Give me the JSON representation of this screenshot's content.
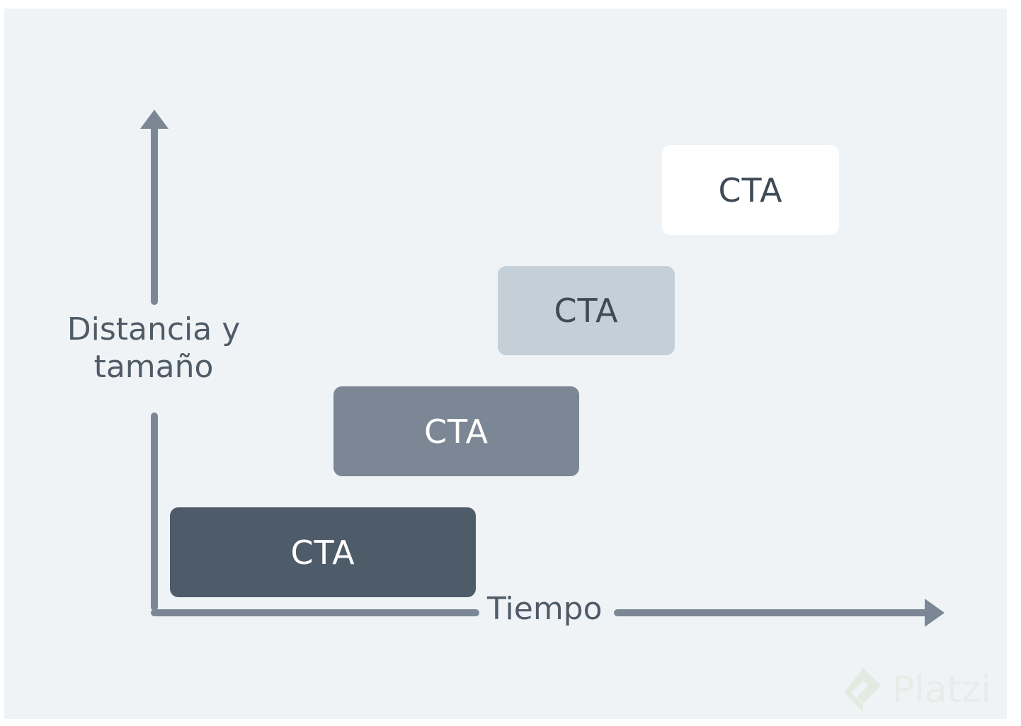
{
  "axes": {
    "y_label_line1": "Distancia y",
    "y_label_line2": "tamaño",
    "x_label": "Tiempo",
    "color": "#7b8794"
  },
  "steps": [
    {
      "label": "CTA",
      "background": "#4e5b69",
      "text_color": "#ffffff"
    },
    {
      "label": "CTA",
      "background": "#7b8794",
      "text_color": "#ffffff"
    },
    {
      "label": "CTA",
      "background": "#c5cfd8",
      "text_color": "#3e4a56"
    },
    {
      "label": "CTA",
      "background": "#ffffff",
      "text_color": "#3e4a56"
    }
  ],
  "watermark": {
    "text": "Platzi",
    "icon": "platzi-logo-icon"
  }
}
